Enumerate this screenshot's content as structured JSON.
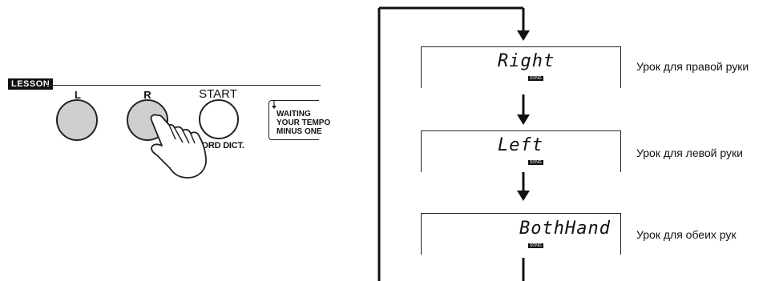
{
  "lesson_panel": {
    "lesson_tag": "LESSON",
    "buttons": [
      {
        "label": "L"
      },
      {
        "label": "R"
      },
      {
        "label": "START"
      }
    ],
    "chord_dict_label": "CHORD DICT.",
    "modes": [
      "WAITING",
      "YOUR TEMPO",
      "MINUS ONE"
    ]
  },
  "displays": [
    {
      "lcd_text": "Right",
      "badge": "SONG",
      "caption": "Урок для правой руки"
    },
    {
      "lcd_text": "Left",
      "badge": "SONG",
      "caption": "Урок для левой руки"
    },
    {
      "lcd_text": "BothHand",
      "badge": "SONG",
      "caption": "Урок для обеих рук"
    }
  ],
  "colors": {
    "line": "#222222",
    "button_fill": "#cfcfcf",
    "background": "#ffffff"
  }
}
